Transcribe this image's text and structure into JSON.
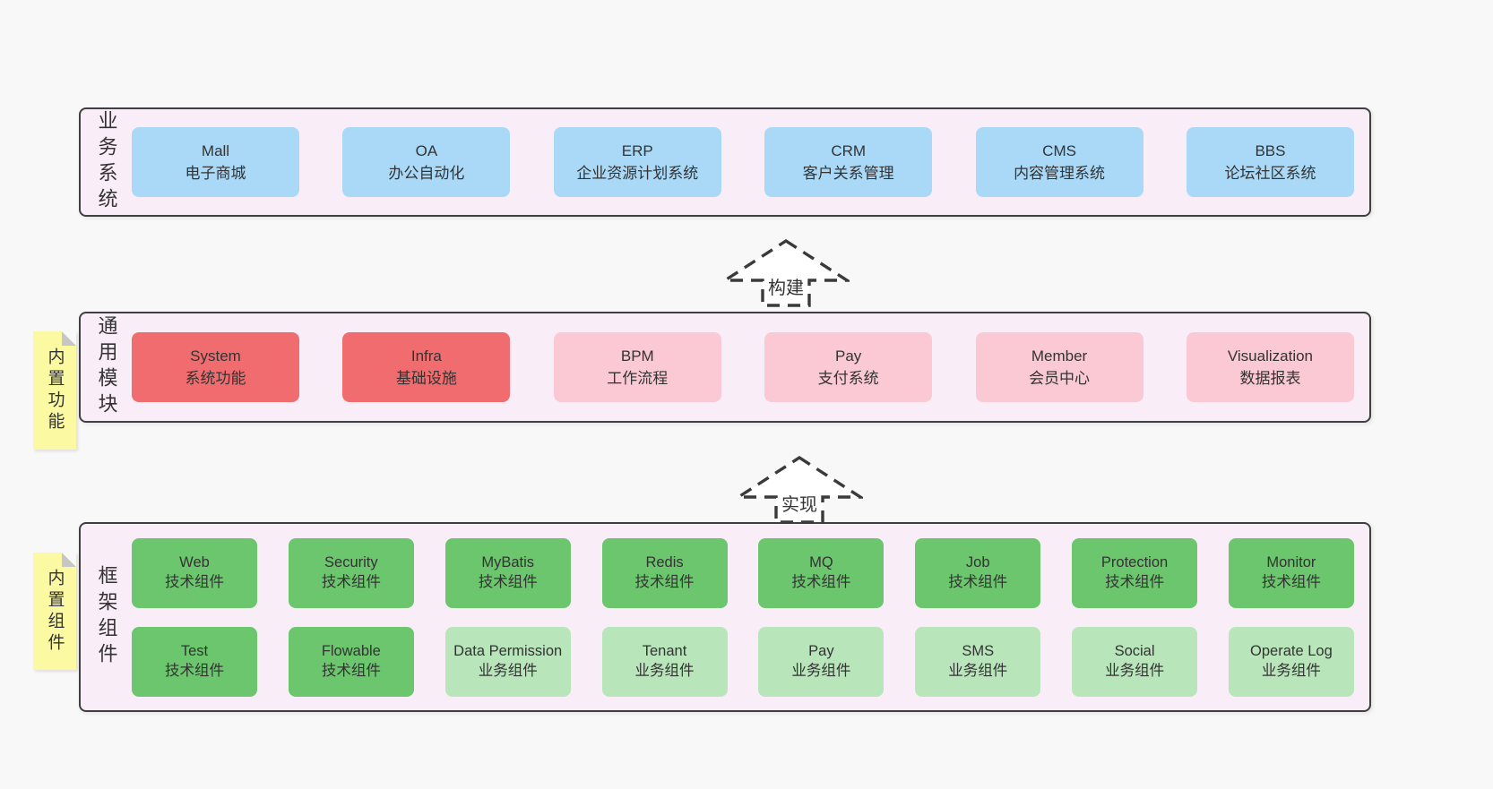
{
  "colors": {
    "page_bg": "#f8f8f8",
    "panel_bg": "#f9eef8",
    "panel_border": "#3f3f3f",
    "blue_box": "#a9d9f7",
    "red_box": "#f06c6e",
    "pink_box": "#fbc9d3",
    "green_box": "#6bc66d",
    "light_green_box": "#b9e5bb",
    "note_bg": "#fbfaa3",
    "note_fold": "#c6c6c6",
    "text": "#333333"
  },
  "layers": {
    "business": {
      "label": "业务系统",
      "boxes": [
        {
          "title": "Mall",
          "subtitle": "电子商城"
        },
        {
          "title": "OA",
          "subtitle": "办公自动化"
        },
        {
          "title": "ERP",
          "subtitle": "企业资源计划系统"
        },
        {
          "title": "CRM",
          "subtitle": "客户关系管理"
        },
        {
          "title": "CMS",
          "subtitle": "内容管理系统"
        },
        {
          "title": "BBS",
          "subtitle": "论坛社区系统"
        }
      ]
    },
    "modules": {
      "label": "通用模块",
      "note": "内置功能",
      "boxes": [
        {
          "title": "System",
          "subtitle": "系统功能"
        },
        {
          "title": "Infra",
          "subtitle": "基础设施"
        },
        {
          "title": "BPM",
          "subtitle": "工作流程"
        },
        {
          "title": "Pay",
          "subtitle": "支付系统"
        },
        {
          "title": "Member",
          "subtitle": "会员中心"
        },
        {
          "title": "Visualization",
          "subtitle": "数据报表"
        }
      ]
    },
    "framework": {
      "label": "框架组件",
      "note": "内置组件",
      "tech_row": [
        {
          "title": "Web",
          "subtitle": "技术组件"
        },
        {
          "title": "Security",
          "subtitle": "技术组件"
        },
        {
          "title": "MyBatis",
          "subtitle": "技术组件"
        },
        {
          "title": "Redis",
          "subtitle": "技术组件"
        },
        {
          "title": "MQ",
          "subtitle": "技术组件"
        },
        {
          "title": "Job",
          "subtitle": "技术组件"
        },
        {
          "title": "Protection",
          "subtitle": "技术组件"
        },
        {
          "title": "Monitor",
          "subtitle": "技术组件"
        }
      ],
      "biz_row": [
        {
          "title": "Test",
          "subtitle": "技术组件"
        },
        {
          "title": "Flowable",
          "subtitle": "技术组件"
        },
        {
          "title": "Data Permission",
          "subtitle": "业务组件"
        },
        {
          "title": "Tenant",
          "subtitle": "业务组件"
        },
        {
          "title": "Pay",
          "subtitle": "业务组件"
        },
        {
          "title": "SMS",
          "subtitle": "业务组件"
        },
        {
          "title": "Social",
          "subtitle": "业务组件"
        },
        {
          "title": "Operate Log",
          "subtitle": "业务组件"
        }
      ]
    }
  },
  "arrows": {
    "build": {
      "label": "构建"
    },
    "implement": {
      "label": "实现"
    }
  }
}
